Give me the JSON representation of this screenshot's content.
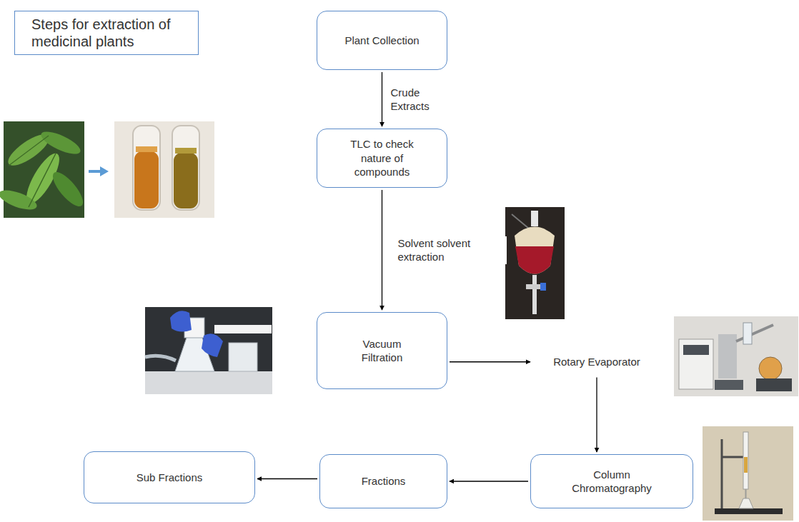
{
  "diagram": {
    "title": "Steps for extraction of medicinal plants",
    "nodes": [
      {
        "text": [
          "Plant Collection"
        ]
      },
      {
        "text": [
          "TLC to check nature of compounds"
        ]
      },
      {
        "text": [
          "Vacuum Filtration"
        ]
      },
      {
        "text": [
          "Rotary Evaporator"
        ]
      },
      {
        "text": [
          "Column Chromatography"
        ]
      },
      {
        "text": [
          "Fractions"
        ]
      },
      {
        "text": [
          "Sub Fractions"
        ]
      }
    ],
    "edges": [
      {
        "from": 0,
        "to": 1,
        "arrow": "to",
        "label": "Crude Extracts"
      },
      {
        "from": 1,
        "to": 2,
        "arrow": "to",
        "label": "Solvent solvent extraction"
      },
      {
        "from": 2,
        "to": 3,
        "arrow": "to"
      },
      {
        "from": 3,
        "to": 4,
        "arrow": "to"
      },
      {
        "from": 4,
        "to": 5,
        "arrow": "to"
      },
      {
        "from": 5,
        "to": 6,
        "arrow": "to"
      }
    ]
  }
}
